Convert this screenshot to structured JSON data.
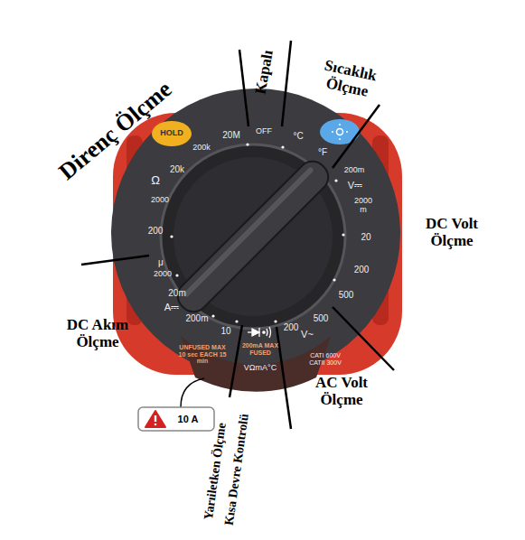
{
  "diagram": {
    "labels": [
      "Direnç Ölçme",
      "Kapalı",
      "Sıcaklık Ölçme",
      "DC Volt Ölçme",
      "AC Volt Ölçme",
      "DC Akım Ölçme",
      "Yarıiletken Ölçme",
      "Kısa Devre Kontrolü",
      "10 A",
      "HOLD",
      "20M",
      "OFF",
      "°C",
      "°F",
      "200m",
      "V⎓",
      "2000 m",
      "20",
      "200",
      "500",
      "500",
      "V~",
      "200",
      "200mA MAX FUSED",
      "VΩmA°C",
      "CATI 600V CATII 300V",
      "10",
      "UNFUSED MAX 10 sec EACH 15 min",
      "200m",
      "A⎓",
      "20m",
      "2000",
      "μ",
      "200",
      "2000",
      "Ω",
      "20k",
      "200k"
    ]
  }
}
